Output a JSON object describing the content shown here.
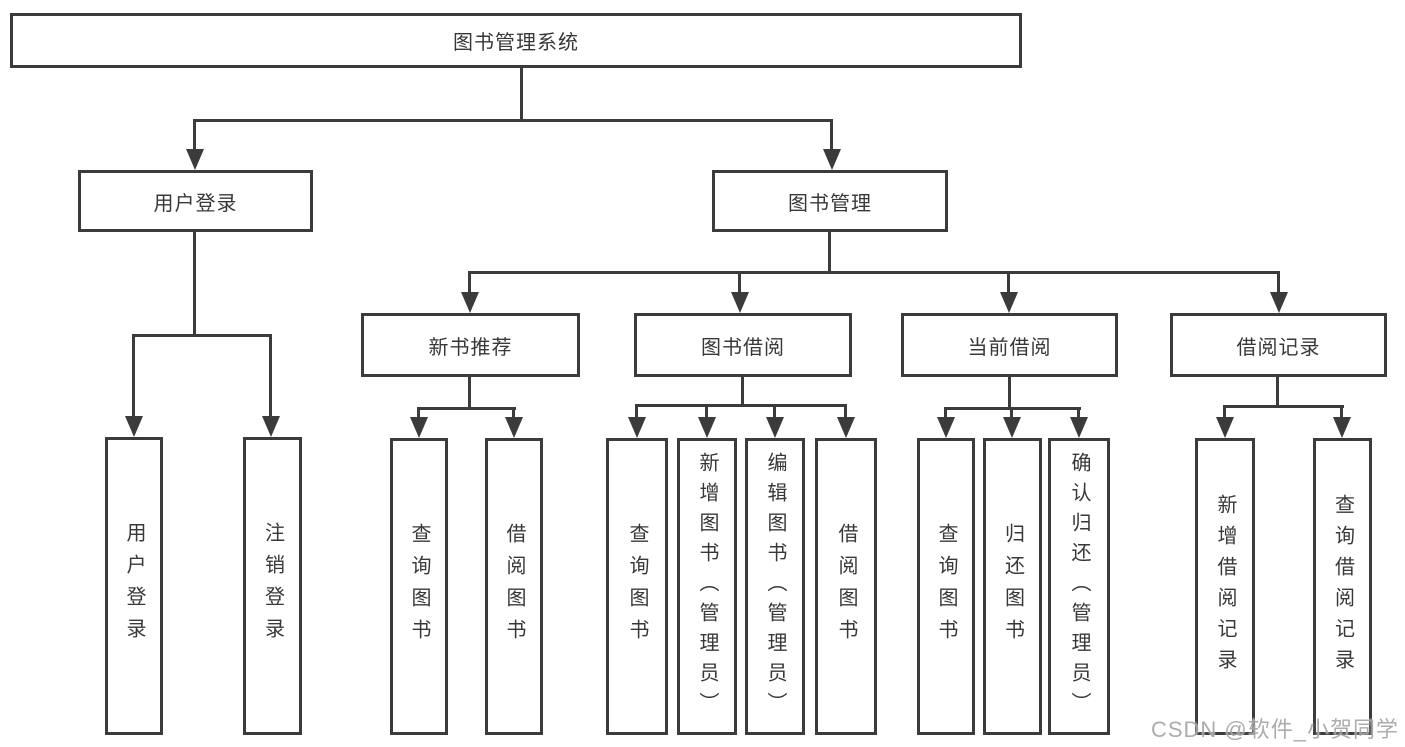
{
  "diagram": {
    "tree": {
      "root": "图书管理系统",
      "branches": [
        {
          "label": "用户登录",
          "children": [
            {
              "label": "用户登录"
            },
            {
              "label": "注销登录"
            }
          ]
        },
        {
          "label": "图书管理",
          "children": [
            {
              "label": "新书推荐",
              "children": [
                {
                  "label": "查询图书"
                },
                {
                  "label": "借阅图书"
                }
              ]
            },
            {
              "label": "图书借阅",
              "children": [
                {
                  "label": "查询图书"
                },
                {
                  "label": "新增图书（管理员）"
                },
                {
                  "label": "编辑图书（管理员）"
                },
                {
                  "label": "借阅图书"
                }
              ]
            },
            {
              "label": "当前借阅",
              "children": [
                {
                  "label": "查询图书"
                },
                {
                  "label": "归还图书"
                },
                {
                  "label": "确认归还（管理员）"
                }
              ]
            },
            {
              "label": "借阅记录",
              "children": [
                {
                  "label": "新增借阅记录"
                },
                {
                  "label": "查询借阅记录"
                }
              ]
            }
          ]
        }
      ]
    }
  },
  "watermark": {
    "text": "CSDN @软件_小贺同学"
  },
  "colors": {
    "line": "#3b3b3b",
    "text": "#383838",
    "watermark": "#a6a6a6",
    "background": "#ffffff"
  }
}
